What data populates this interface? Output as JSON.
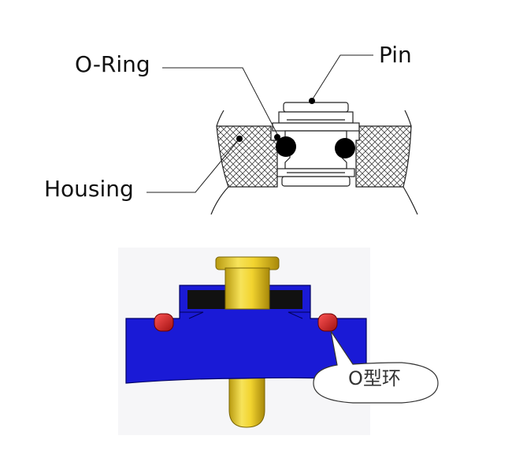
{
  "top_diagram": {
    "labels": {
      "oring": "O-Ring",
      "pin": "Pin",
      "housing": "Housing"
    }
  },
  "bottom_diagram": {
    "callout": "O型环"
  },
  "colors": {
    "line": "#222222",
    "housing_blue": "#1a1ad6",
    "pin_yellow": "#e6cc1a",
    "oring_red": "#d42020",
    "seal_black": "#111111",
    "backdrop": "#f6f6f8"
  }
}
